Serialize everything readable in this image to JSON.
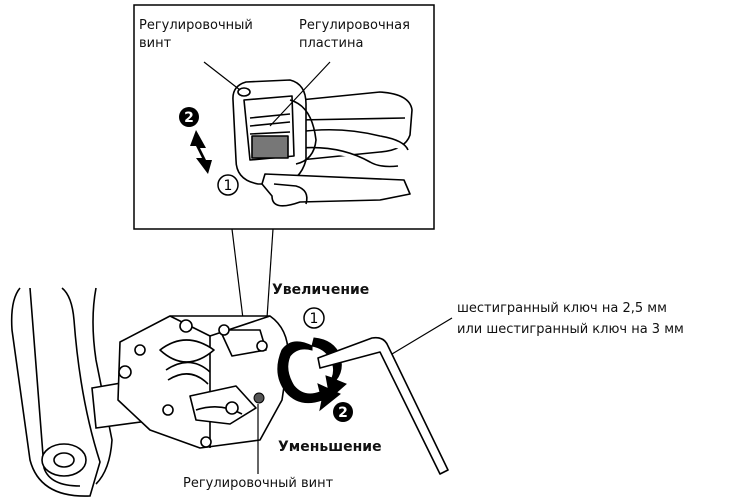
{
  "inset": {
    "label_screw": [
      "Регулировочный",
      "винт"
    ],
    "label_plate": [
      "Регулировочная",
      "пластина"
    ],
    "step_filled": "2",
    "step_outline": "1"
  },
  "main": {
    "increase_label": "Увеличение",
    "decrease_label": "Уменьшение",
    "step_outline": "1",
    "step_filled": "2",
    "wrench_label": [
      "шестигранный ключ на 2,5 мм",
      "или  шестигранный ключ на 3 мм"
    ],
    "bottom_screw_label": "Регулировочный винт"
  }
}
